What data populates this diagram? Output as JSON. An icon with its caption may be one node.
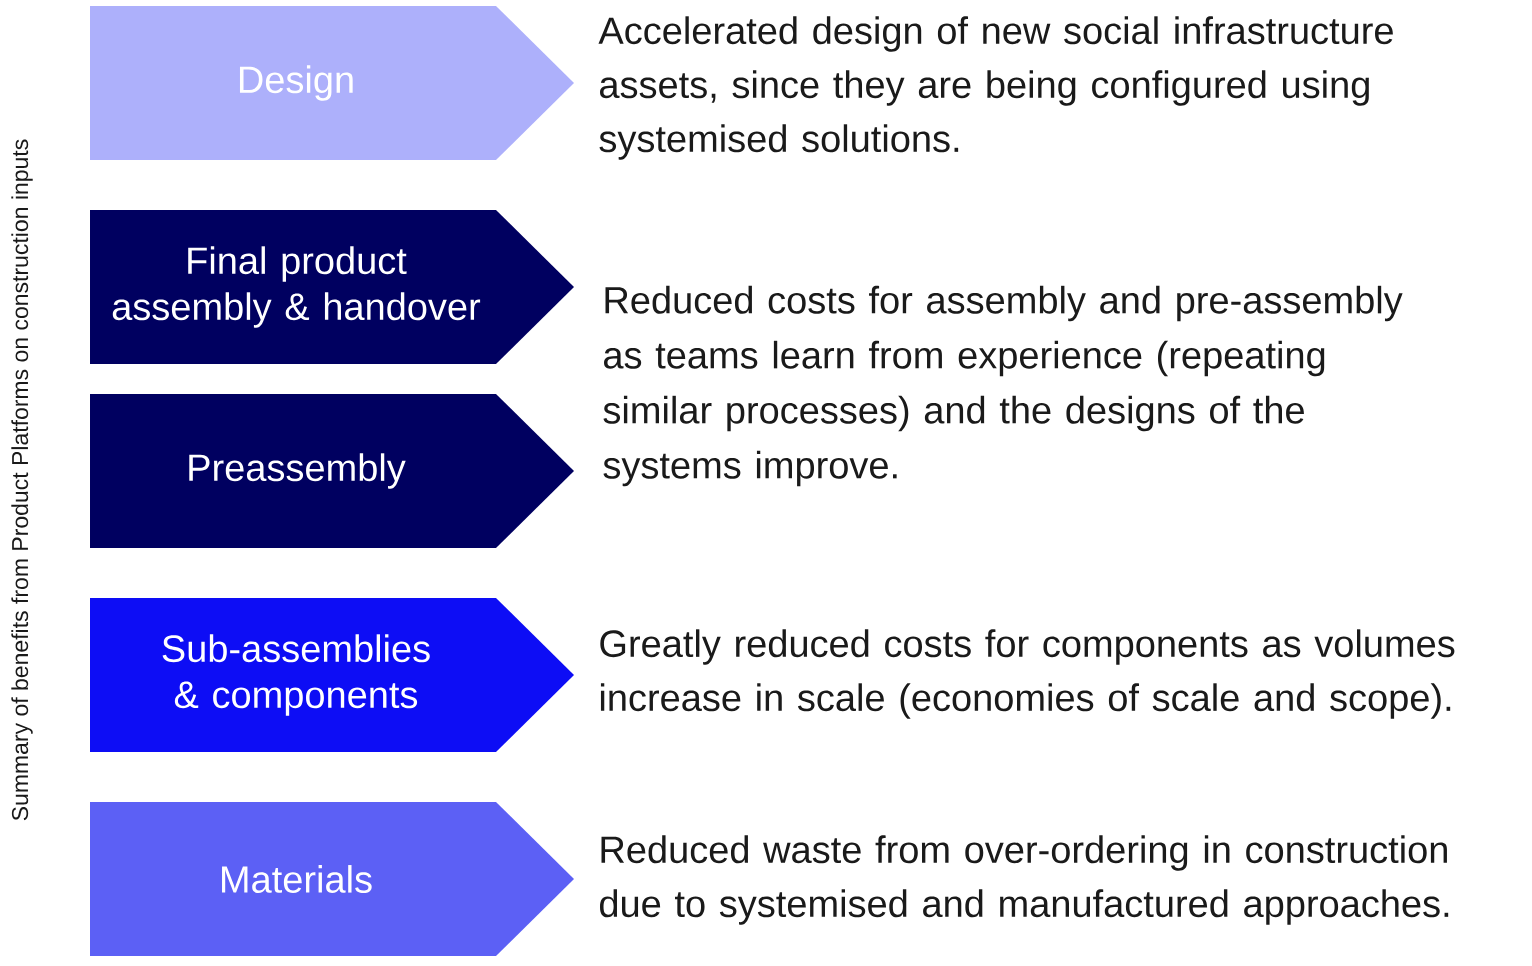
{
  "diagram": {
    "nodes": [
      {
        "text": [
          "Design"
        ],
        "beside": [
          "Accelerated design of new social infrastructure assets, since they are being configured using systemised solutions."
        ]
      },
      {
        "text": [
          "Final product assembly & handover"
        ]
      },
      {
        "text": [
          "Preassembly"
        ]
      },
      {
        "text": [
          "Sub-assemblies & components"
        ],
        "beside": [
          "Greatly reduced costs for components as volumes increase in scale (economies of scale and scope)."
        ]
      },
      {
        "text": [
          "Materials"
        ],
        "beside": [
          "Reduced waste from over-ordering in construction due to systemised and manufactured approaches."
        ]
      }
    ],
    "labels": [
      "Summary of benefits from Product Platforms on construction inputs",
      "Reduced costs for assembly and pre-assembly as teams learn from experience (repeating similar processes) and the designs of the systems improve."
    ]
  }
}
